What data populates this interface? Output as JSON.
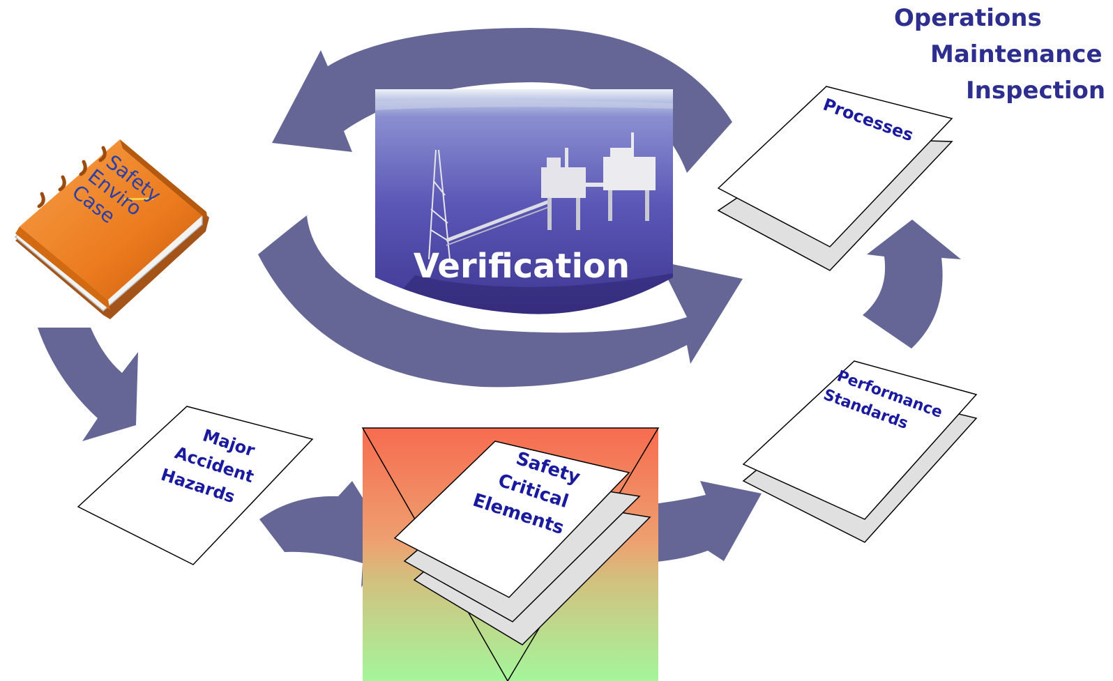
{
  "colors": {
    "arrow": "#666696",
    "label_blue": "#1a1a9e",
    "ops_text": "#2e2e8f",
    "book_orange": "#f07c1a",
    "gradient_top": "#f56b4e",
    "gradient_bottom": "#a4f59a"
  },
  "top_right_list": [
    "Operations",
    "Maintenance",
    "Inspection"
  ],
  "book": {
    "lines": [
      "Safety",
      "Enviro",
      "Case"
    ]
  },
  "center": {
    "label": "Verification",
    "image": "offshore-platform-photo"
  },
  "documents": {
    "processes": {
      "lines": [
        "Processes"
      ]
    },
    "performance_standards": {
      "lines": [
        "Performance",
        "Standards"
      ]
    },
    "major_accident_hazards": {
      "lines": [
        "Major",
        "Accident",
        "Hazards"
      ]
    },
    "safety_critical_elements": {
      "lines": [
        "Safety",
        "Critical",
        "Elements"
      ]
    }
  }
}
